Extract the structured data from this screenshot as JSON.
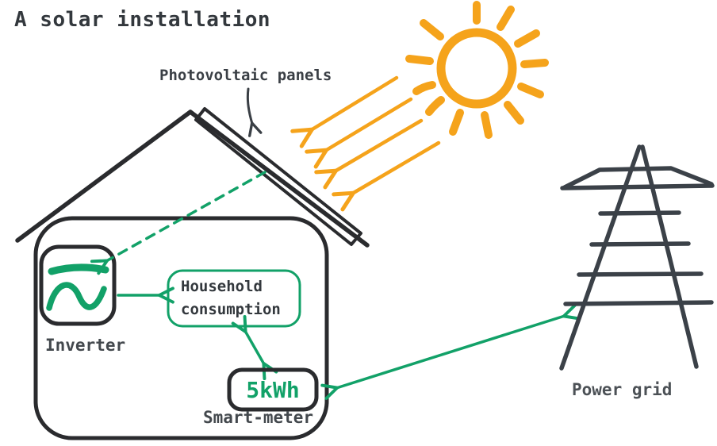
{
  "title": "A solar installation",
  "colors": {
    "ink": "#2a2b2e",
    "slate": "#3b4148",
    "green": "#12a168",
    "orange": "#f5a31b",
    "title": "#33383d",
    "gray1": "#3a3f45",
    "gray2": "#43484d",
    "gray3": "#4c5156"
  },
  "labels": {
    "panels": "Photovoltaic panels",
    "inverter": "Inverter",
    "household_line1": "Household",
    "household_line2": "consumption",
    "meter_value": "5kWh",
    "meter": "Smart-meter",
    "grid": "Power grid"
  },
  "icons": {
    "sun": "sun-icon",
    "house": "house-shape",
    "pv_panel": "pv-panel-shape",
    "inverter_waveform": "dc-ac-waveform-icon",
    "tower": "transmission-tower-shape"
  }
}
